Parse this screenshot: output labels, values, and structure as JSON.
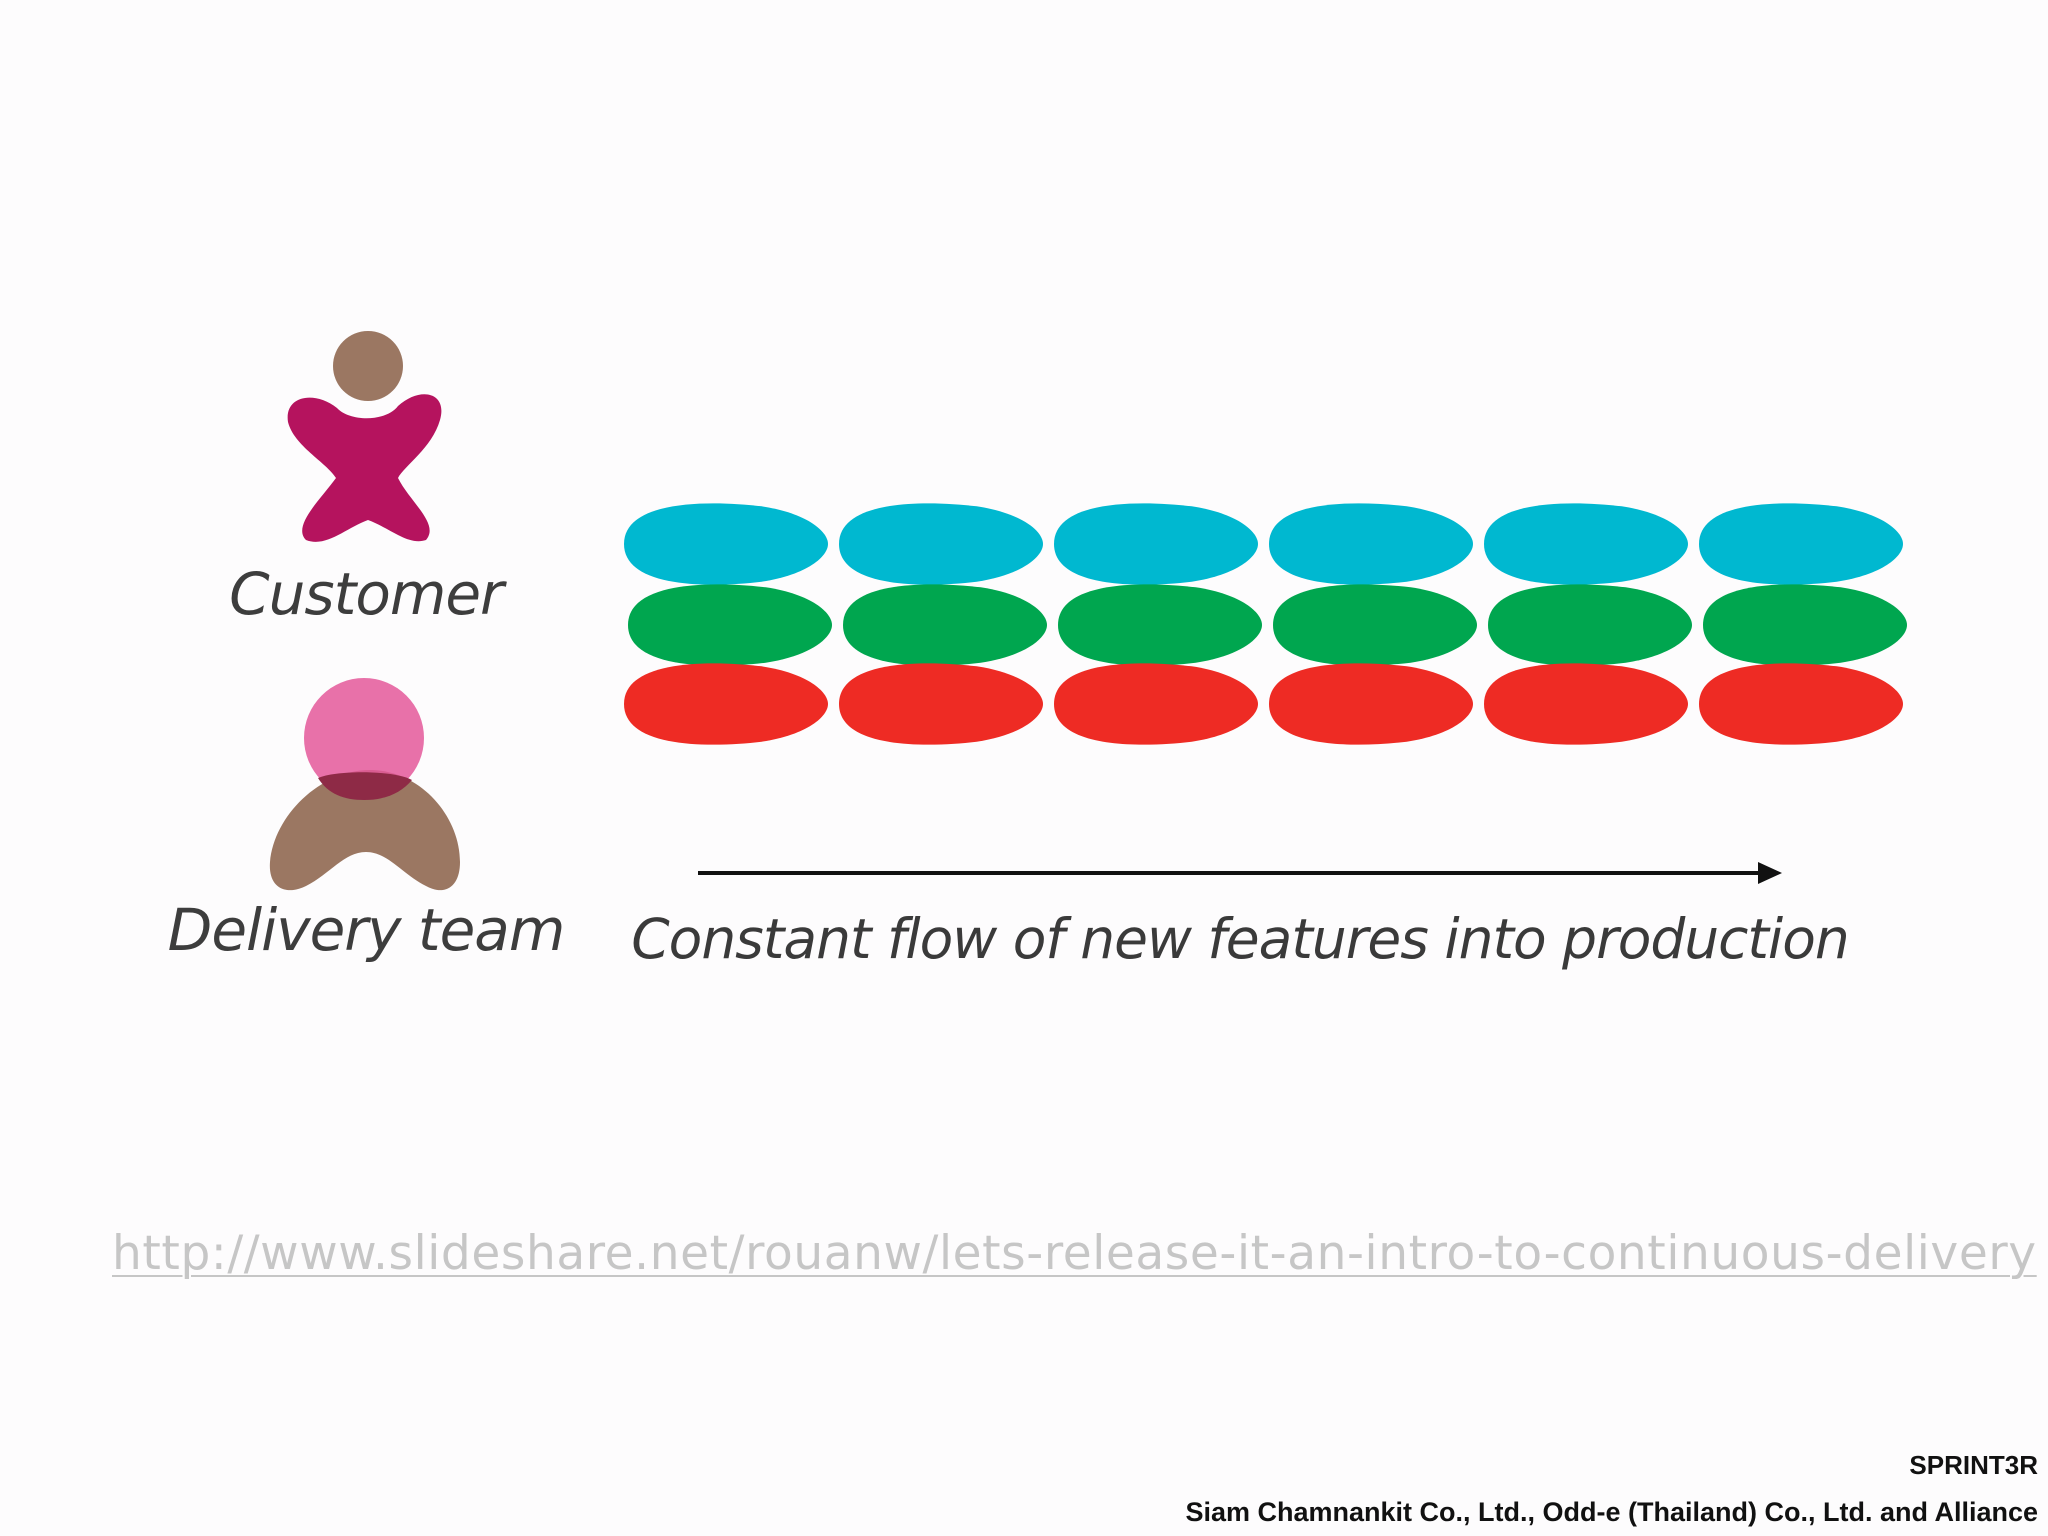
{
  "diagram": {
    "actors": [
      {
        "id": "customer",
        "label": "Customer",
        "colors": {
          "body": "#b5135e",
          "head": "#9b7762"
        }
      },
      {
        "id": "delivery-team",
        "label": "Delivery team",
        "colors": {
          "body": "#9b7762",
          "head": "#e4589a"
        }
      }
    ],
    "feature_rows": [
      {
        "color": "#00b8d0",
        "count": 6
      },
      {
        "color": "#00a64f",
        "count": 6
      },
      {
        "color": "#ee2b24",
        "count": 6
      }
    ],
    "flow_arrow": {
      "direction": "right",
      "color": "#111111"
    },
    "caption": "Constant flow of new features into production"
  },
  "source_link": "http://www.slideshare.net/rouanw/lets-release-it-an-intro-to-continuous-delivery",
  "footer": {
    "brand": "SPRINT3R",
    "companies": "Siam Chamnankit Co., Ltd., Odd-e (Thailand) Co., Ltd. and Alliance"
  }
}
